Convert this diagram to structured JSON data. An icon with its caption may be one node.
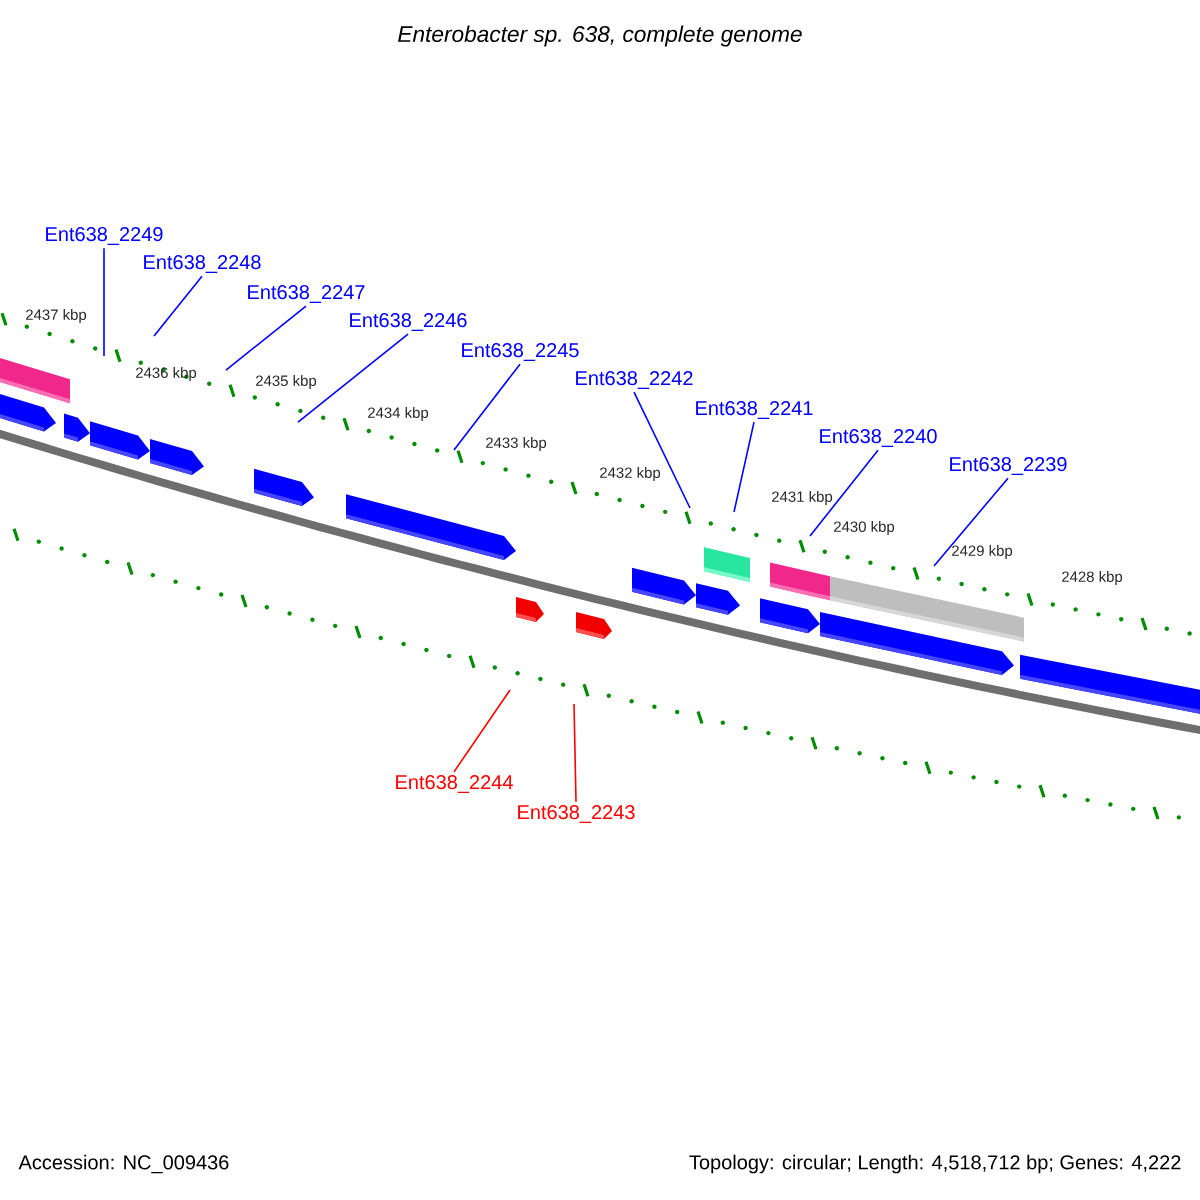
{
  "diagram": {
    "title": "Enterobacter sp. 638, complete genome",
    "nodes": [
      {
        "text": [
          "Ent638_2249"
        ]
      },
      {
        "text": [
          "Ent638_2248"
        ]
      },
      {
        "text": [
          "Ent638_2247"
        ]
      },
      {
        "text": [
          "Ent638_2246"
        ]
      },
      {
        "text": [
          "Ent638_2245"
        ]
      },
      {
        "text": [
          "Ent638_2242"
        ]
      },
      {
        "text": [
          "Ent638_2241"
        ]
      },
      {
        "text": [
          "Ent638_2240"
        ]
      },
      {
        "text": [
          "Ent638_2239"
        ]
      },
      {
        "text": [
          "Ent638_2244"
        ]
      },
      {
        "text": [
          "Ent638_2243"
        ]
      }
    ],
    "edges": [
      {
        "from": 0,
        "to": null,
        "arrow": "none"
      },
      {
        "from": 1,
        "to": null,
        "arrow": "none"
      },
      {
        "from": 2,
        "to": null,
        "arrow": "none"
      },
      {
        "from": 3,
        "to": null,
        "arrow": "none"
      },
      {
        "from": 4,
        "to": null,
        "arrow": "none"
      },
      {
        "from": 5,
        "to": null,
        "arrow": "none"
      },
      {
        "from": 6,
        "to": null,
        "arrow": "none"
      },
      {
        "from": 7,
        "to": null,
        "arrow": "none"
      },
      {
        "from": 8,
        "to": null,
        "arrow": "none"
      },
      {
        "from": 9,
        "to": null,
        "arrow": "none",
        "color": "#ff0000"
      },
      {
        "from": 10,
        "to": null,
        "arrow": "none",
        "color": "#ff0000"
      }
    ],
    "labels": [
      "2437 kbp",
      "2436 kbp",
      "2435 kbp",
      "2434 kbp",
      "2433 kbp",
      "2432 kbp",
      "2431 kbp",
      "2430 kbp",
      "2429 kbp",
      "2428 kbp",
      "Accession: NC_009436",
      "Topology: circular; Length: 4,518,712 bp; Genes: 4,222"
    ]
  }
}
